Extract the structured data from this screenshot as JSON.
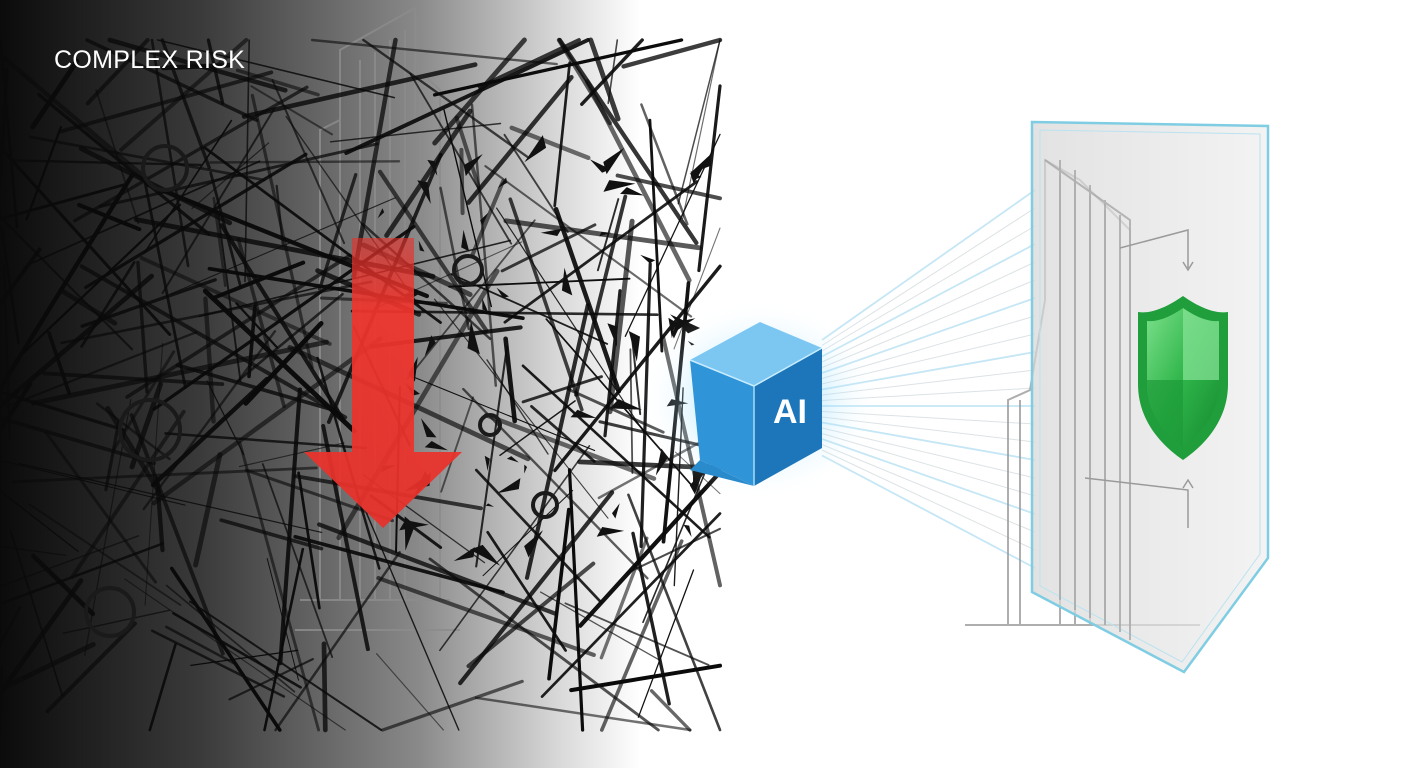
{
  "headline": "COMPLEX RISK",
  "cube": {
    "label": "AI",
    "icon": "ai-cube-icon"
  },
  "icons": {
    "risk_arrow": "red-down-arrow-icon",
    "shield": "green-shield-icon",
    "chaos": "tangled-lines-chaos",
    "skyscraper_left": "skyscraper-icon",
    "skyscraper_right": "skyscraper-icon",
    "panel": "protective-panel"
  },
  "colors": {
    "arrow": "#e8302a",
    "cube_front": "#2f95d8",
    "cube_top": "#7cc6f2",
    "cube_side": "#1c76b9",
    "cube_glow": "#4cc3ff",
    "shield": "#2fb54a",
    "panel_border": "#7fcde3",
    "panel_fill": "#e3e3e3"
  }
}
